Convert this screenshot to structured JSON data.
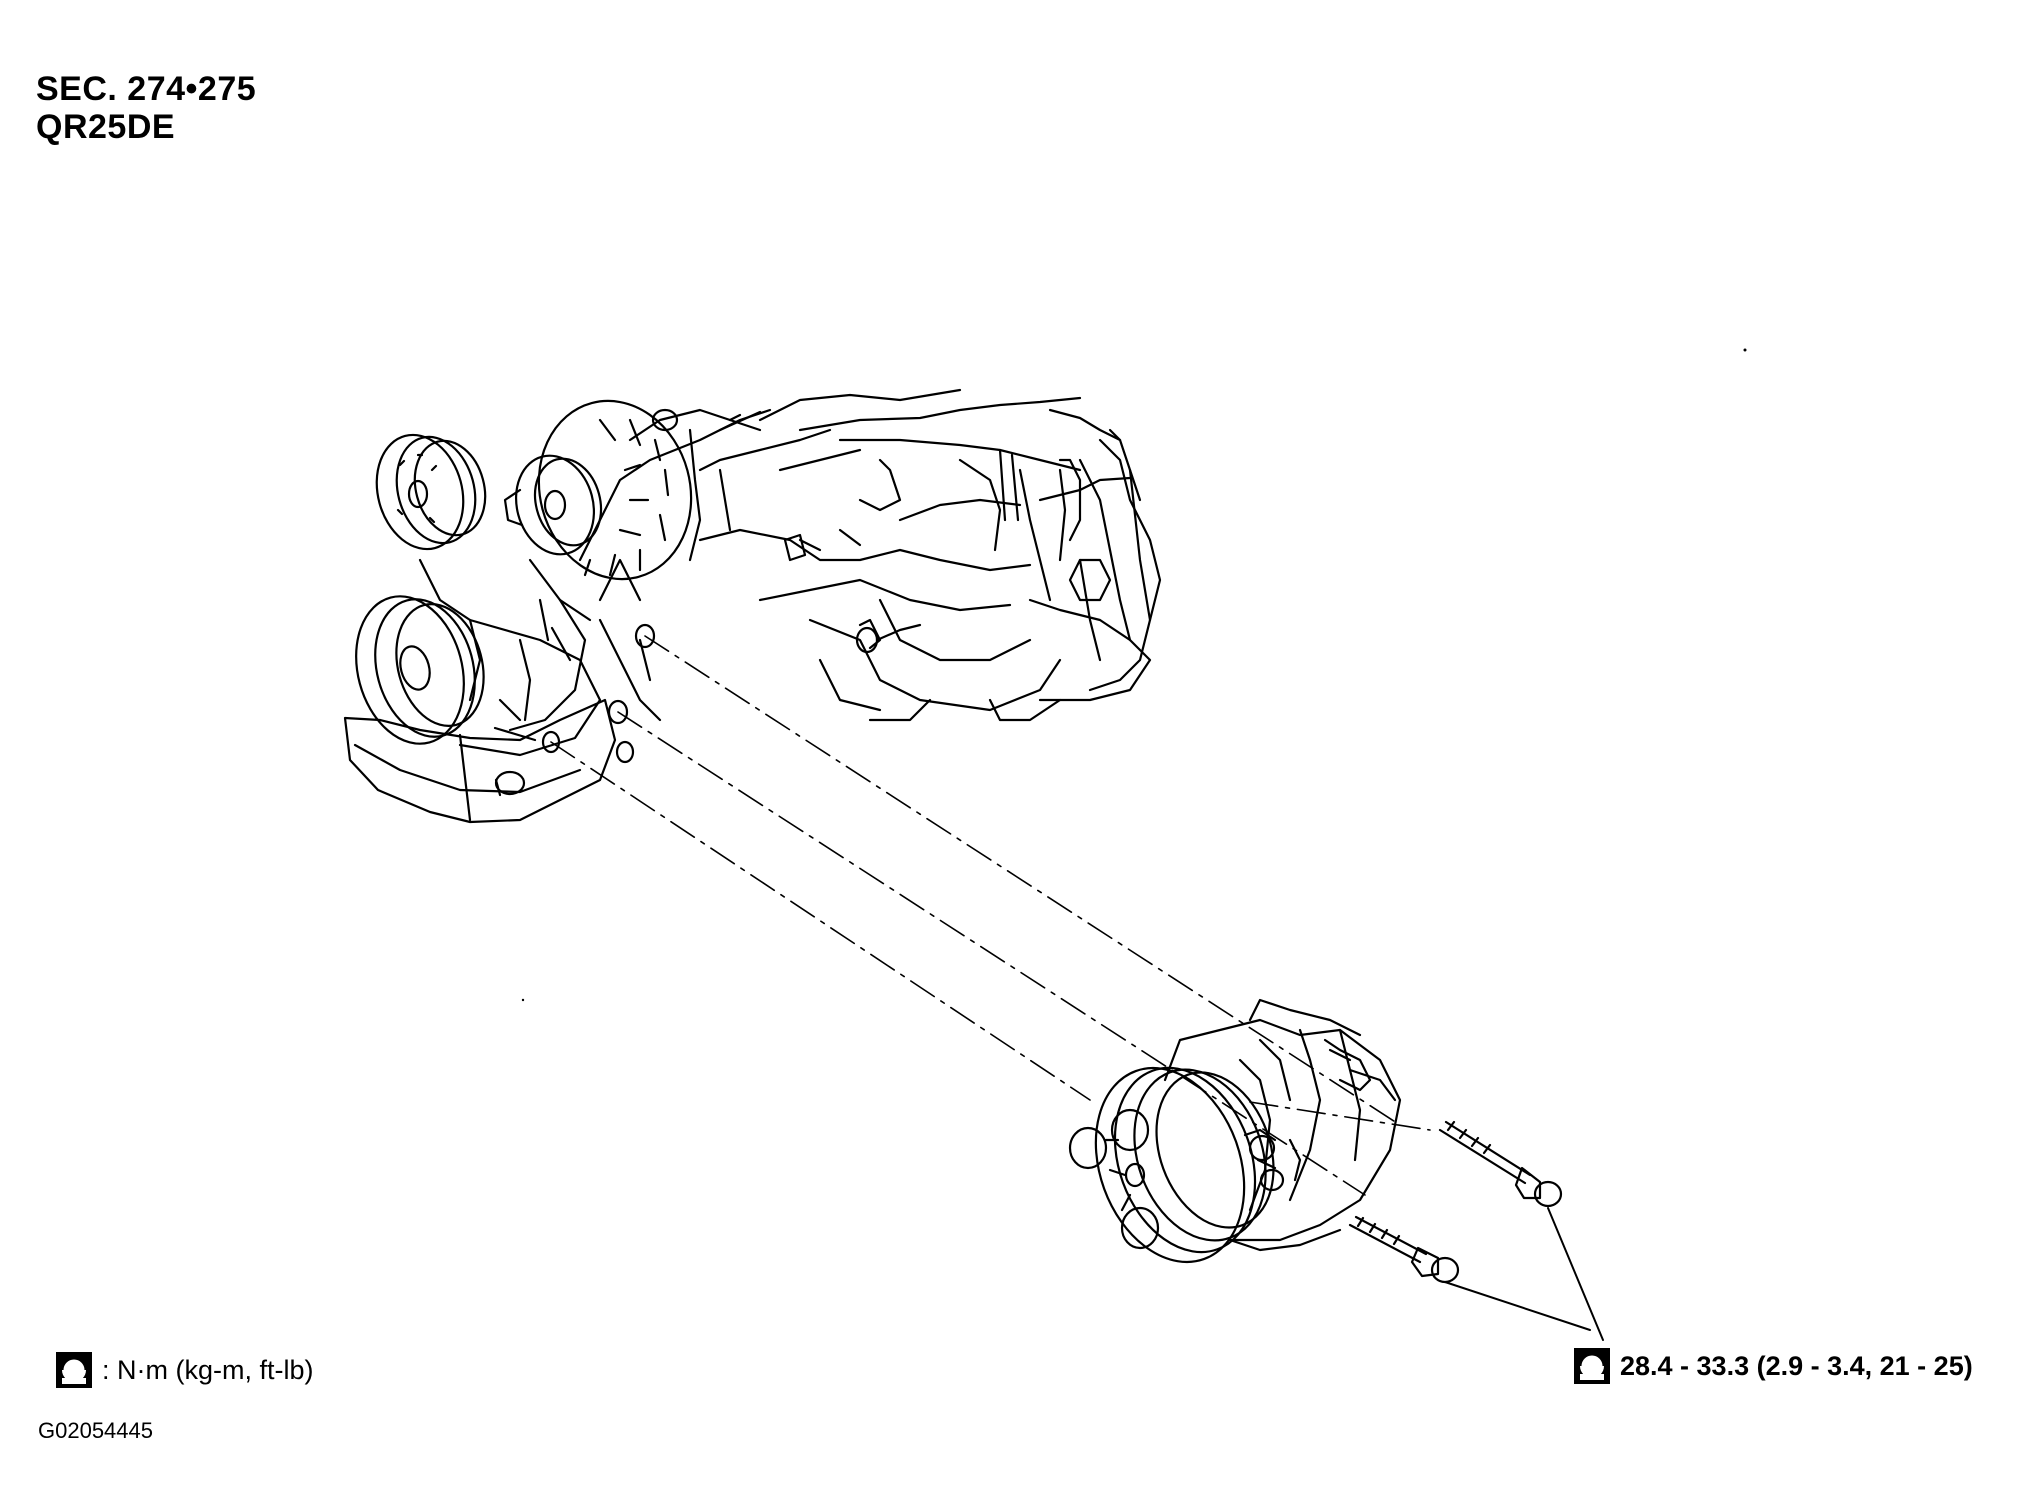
{
  "header": {
    "section": "SEC. 274•275",
    "engine": "QR25DE"
  },
  "legend": {
    "icon": "torque-wrench-icon",
    "text": ": N·m (kg-m, ft-lb)"
  },
  "torque_spec": {
    "icon": "torque-wrench-icon",
    "text": "28.4 - 33.3 (2.9 - 3.4, 21 - 25)"
  },
  "figure_id": "G02054445",
  "colors": {
    "ink": "#000000",
    "paper": "#ffffff"
  }
}
